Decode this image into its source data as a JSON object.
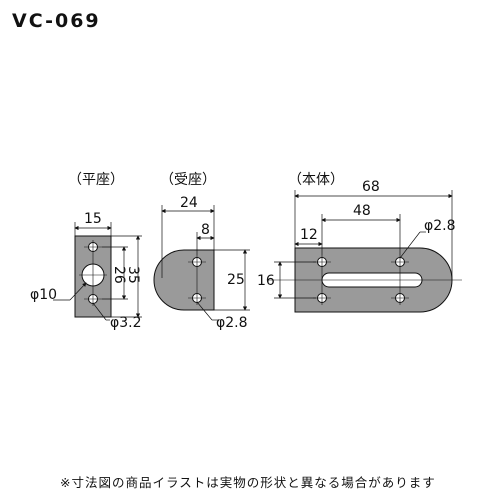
{
  "model_code": "VC-069",
  "note": "※寸法図の商品イラストは実物の形状と異なる場合があります",
  "colors": {
    "part_fill": "#9a9a9a",
    "hole_fill": "#ffffff",
    "line": "#111111"
  },
  "views": {
    "flat_seat": {
      "title": "（平座）",
      "width_label": "15",
      "pitch_label": "26",
      "height_label": "35",
      "center_hole_label": "φ10",
      "screw_hole_label": "φ3.2"
    },
    "receiver_seat": {
      "title": "（受座）",
      "width_label": "24",
      "offset_label": "8",
      "height_label": "25",
      "screw_hole_label": "φ2.8"
    },
    "body": {
      "title": "（本体）",
      "length_label": "68",
      "pitch_label": "48",
      "offset_label": "12",
      "height_label": "16",
      "screw_hole_label": "φ2.8"
    }
  }
}
